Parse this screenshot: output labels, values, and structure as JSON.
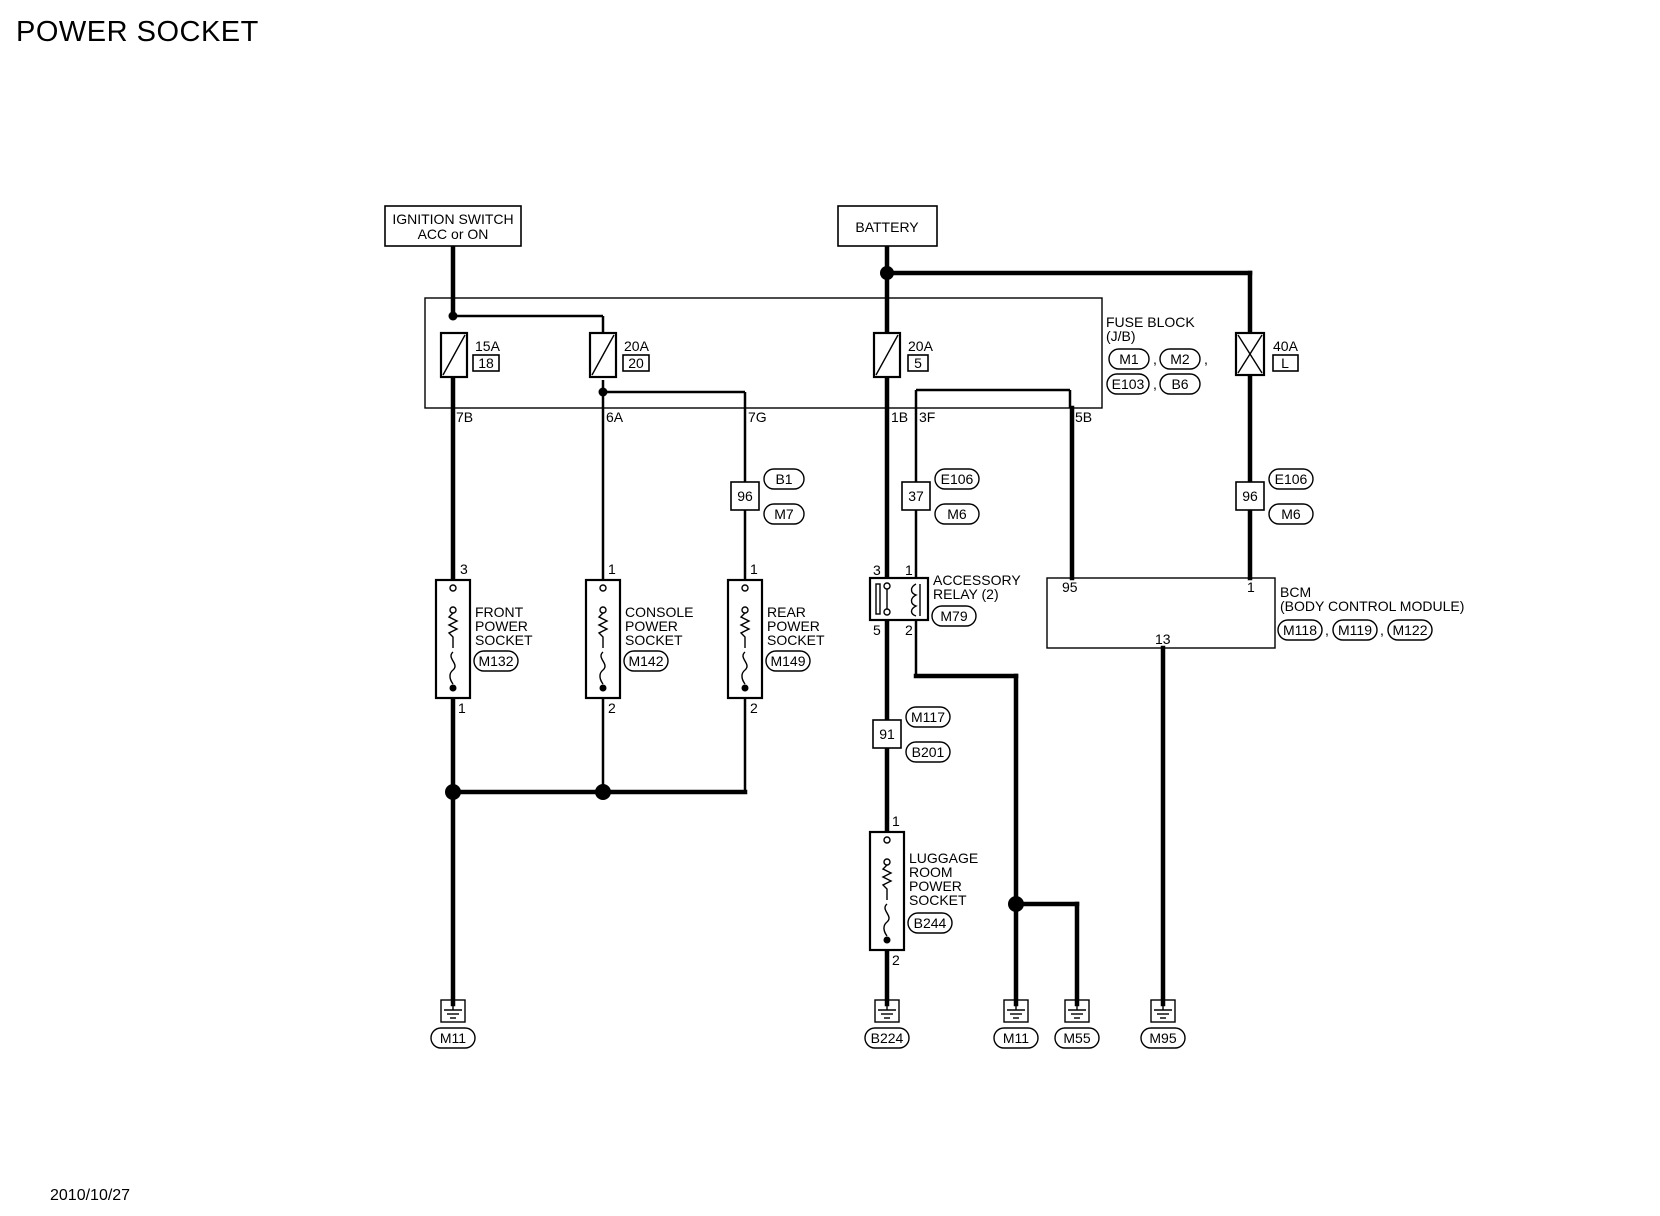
{
  "title": "POWER SOCKET",
  "date": "2010/10/27",
  "sources": {
    "ignition_switch": [
      "IGNITION SWITCH",
      "ACC or ON"
    ],
    "battery": "BATTERY"
  },
  "fuse_block": {
    "label": [
      "FUSE BLOCK",
      "(J/B)"
    ],
    "connectors": [
      "M1",
      "M2",
      "E103",
      "B6"
    ],
    "separators": [
      ",",
      ",",
      ","
    ],
    "fuses": [
      {
        "amps": "15A",
        "no": "18"
      },
      {
        "amps": "20A",
        "no": "20"
      },
      {
        "amps": "20A",
        "no": "5"
      },
      {
        "amps": "40A",
        "no": "L"
      }
    ],
    "terminals": [
      "7B",
      "6A",
      "7G",
      "1B",
      "3F",
      "5B"
    ]
  },
  "junctions": [
    {
      "pin": "96",
      "connectors": [
        "B1",
        "M7"
      ]
    },
    {
      "pin": "37",
      "connectors": [
        "E106",
        "M6"
      ]
    },
    {
      "pin": "96",
      "connectors": [
        "E106",
        "M6"
      ]
    },
    {
      "pin": "91",
      "connectors": [
        "M117",
        "B201"
      ]
    }
  ],
  "sockets": [
    {
      "name": [
        "FRONT",
        "POWER",
        "SOCKET"
      ],
      "connector": "M132",
      "pin_top": "3",
      "pin_bottom": "1"
    },
    {
      "name": [
        "CONSOLE",
        "POWER",
        "SOCKET"
      ],
      "connector": "M142",
      "pin_top": "1",
      "pin_bottom": "2"
    },
    {
      "name": [
        "REAR",
        "POWER",
        "SOCKET"
      ],
      "connector": "M149",
      "pin_top": "1",
      "pin_bottom": "2"
    },
    {
      "name": [
        "LUGGAGE",
        "ROOM",
        "POWER",
        "SOCKET"
      ],
      "connector": "B244",
      "pin_top": "1",
      "pin_bottom": "2"
    }
  ],
  "relay": {
    "name": [
      "ACCESSORY",
      "RELAY (2)"
    ],
    "connector": "M79",
    "pins": [
      "3",
      "1",
      "5",
      "2"
    ]
  },
  "bcm": {
    "name": [
      "BCM",
      "(BODY CONTROL MODULE)"
    ],
    "connectors": [
      "M118",
      "M119",
      "M122"
    ],
    "separators": [
      ",",
      ","
    ],
    "pins": [
      "95",
      "1",
      "13"
    ]
  },
  "grounds": [
    "M11",
    "B224",
    "M11",
    "M55",
    "M95"
  ]
}
